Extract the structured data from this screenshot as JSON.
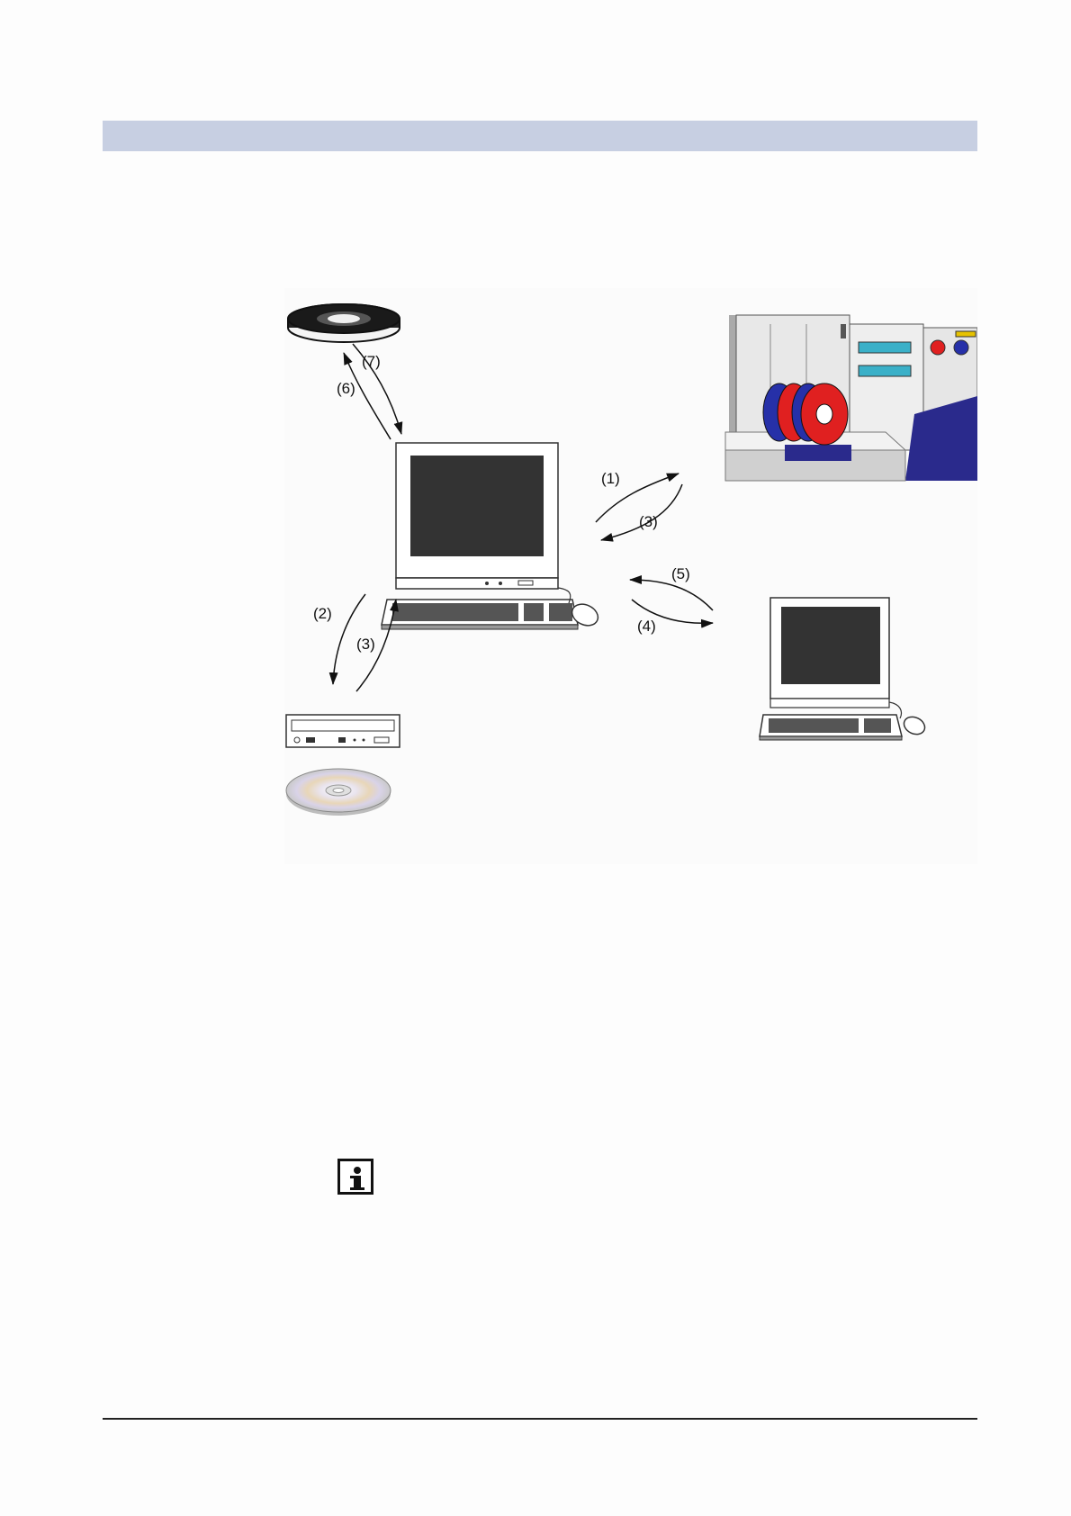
{
  "diagram": {
    "nodes": [
      {
        "name": "optical-disk"
      },
      {
        "name": "workstation"
      },
      {
        "name": "archive-system"
      },
      {
        "name": "cd-drive"
      },
      {
        "name": "cd-disc"
      },
      {
        "name": "remote-workstation"
      }
    ],
    "steps": [
      {
        "label": "(1)",
        "from": "workstation",
        "to": "archive-system"
      },
      {
        "label": "(2)",
        "from": "workstation",
        "to": "cd-drive"
      },
      {
        "label": "(3)",
        "from": "archive-system",
        "to": "workstation"
      },
      {
        "label": "(3)",
        "from": "cd-drive",
        "to": "workstation"
      },
      {
        "label": "(4)",
        "from": "workstation",
        "to": "remote-workstation"
      },
      {
        "label": "(5)",
        "from": "remote-workstation",
        "to": "workstation"
      },
      {
        "label": "(6)",
        "from": "workstation",
        "to": "optical-disk"
      },
      {
        "label": "(7)",
        "from": "optical-disk",
        "to": "workstation"
      }
    ]
  },
  "colors": {
    "header_band": "#c7cfe2",
    "screen": "#333333",
    "tape_red": "#e02020",
    "tape_blue": "#2630a8",
    "floor": "#2a2a8c",
    "cabinet": "#d8d8d8",
    "panel_cyan": "#3ab0c8"
  },
  "icons": {
    "info": "info-icon"
  }
}
